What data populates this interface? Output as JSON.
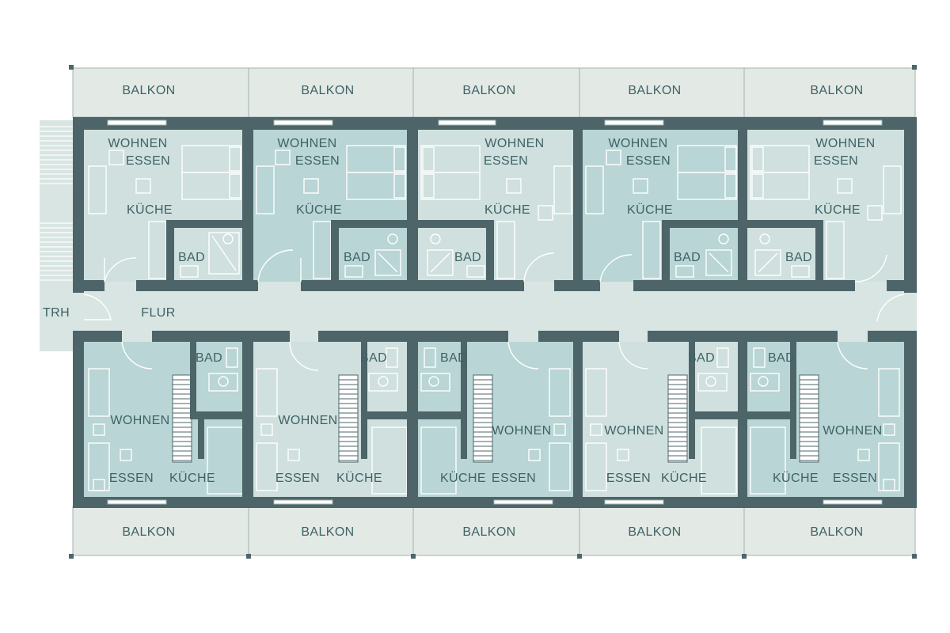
{
  "colors": {
    "wall": "#4d6568",
    "balcony": "#e3e9e5",
    "corridor": "#d8e5e3",
    "unit_a": "#b9d5d5",
    "unit_b": "#cfe0de",
    "furniture_line": "#ffffff"
  },
  "labels": {
    "balcony": "BALKON",
    "living": "WOHNEN",
    "dining": "ESSEN",
    "kitchen": "KÜCHE",
    "bath": "BAD",
    "corridor": "FLUR",
    "stair": "TRH"
  }
}
